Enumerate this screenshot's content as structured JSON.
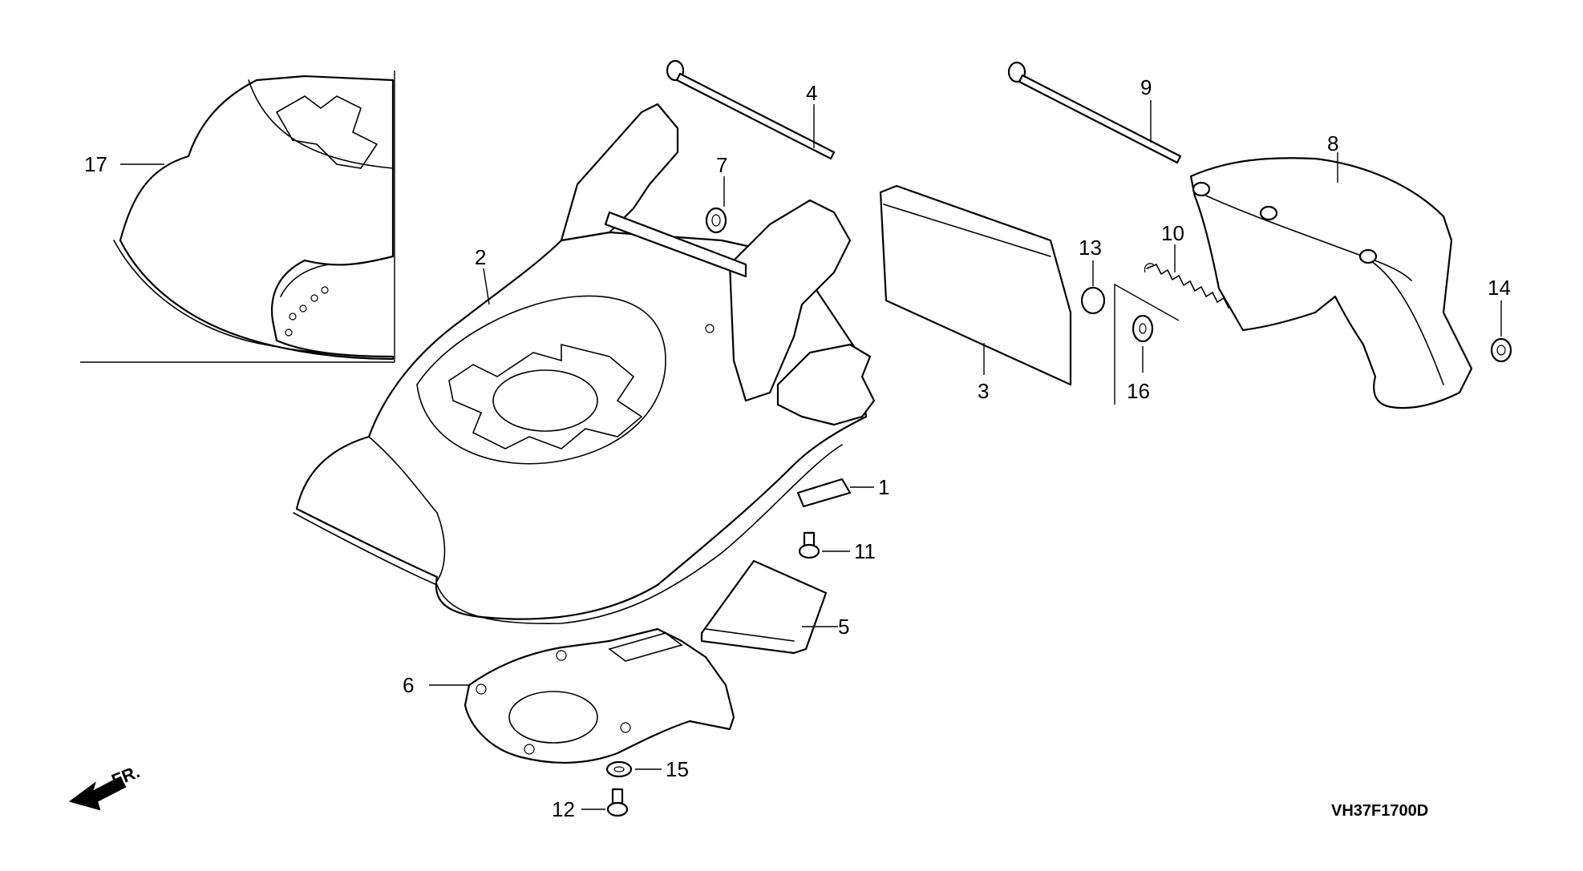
{
  "diagram": {
    "drawing_code": "VH37F1700D",
    "direction_label": "FR.",
    "callouts": [
      "1",
      "2",
      "3",
      "4",
      "5",
      "6",
      "7",
      "8",
      "9",
      "10",
      "11",
      "12",
      "13",
      "14",
      "15",
      "16",
      "17"
    ]
  }
}
